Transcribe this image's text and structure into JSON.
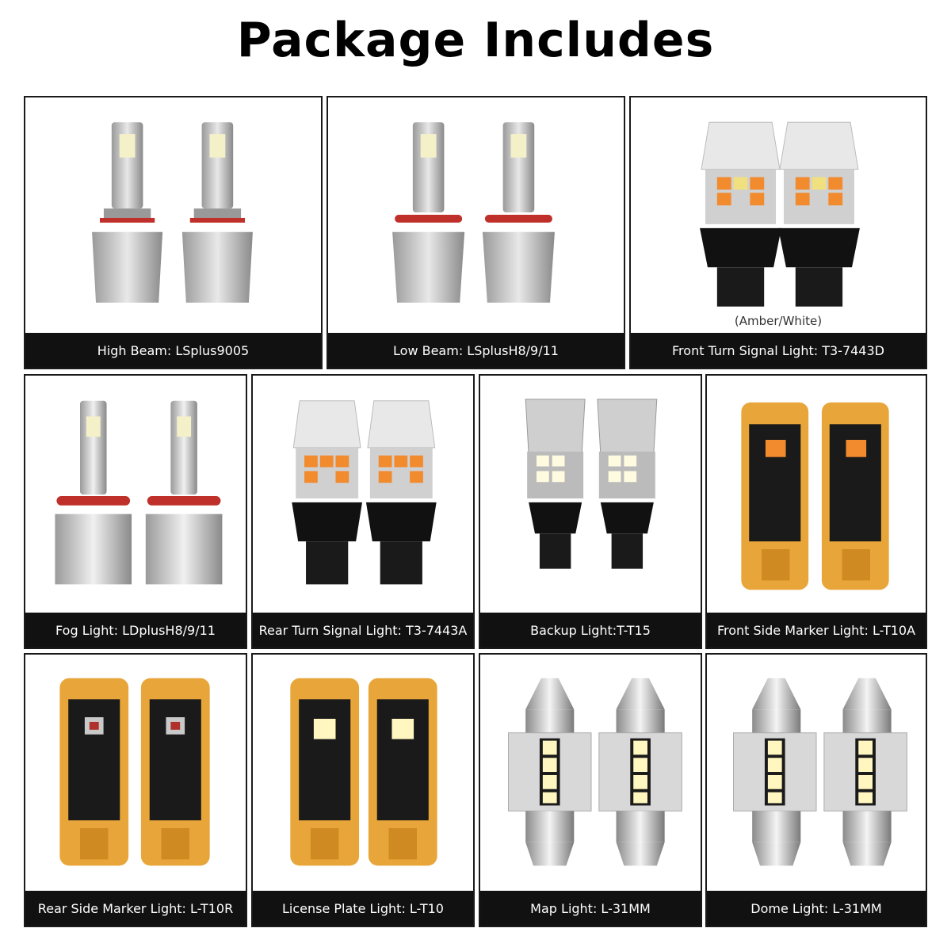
{
  "title": "Package Includes",
  "items": [
    {
      "label": "High Beam: LSplus9005",
      "icon": "headlight-bulb-icon"
    },
    {
      "label": "Low Beam: LSplusH8/9/11",
      "icon": "headlight-bulb-icon"
    },
    {
      "label": "Front Turn Signal Light: T3-7443D",
      "icon": "turn-signal-bulb-icon",
      "note": "(Amber/White)"
    },
    {
      "label": "Fog Light: LDplusH8/9/11",
      "icon": "fog-bulb-icon"
    },
    {
      "label": "Rear Turn Signal Light: T3-7443A",
      "icon": "turn-signal-bulb-icon"
    },
    {
      "label": "Backup Light:T-T15",
      "icon": "backup-bulb-icon"
    },
    {
      "label": "Front Side Marker Light: L-T10A",
      "icon": "wedge-bulb-icon"
    },
    {
      "label": "Rear Side Marker Light: L-T10R",
      "icon": "wedge-bulb-icon"
    },
    {
      "label": "License Plate Light: L-T10",
      "icon": "wedge-bulb-icon"
    },
    {
      "label": "Map Light: L-31MM",
      "icon": "festoon-bulb-icon"
    },
    {
      "label": "Dome Light: L-31MM",
      "icon": "festoon-bulb-icon"
    }
  ]
}
